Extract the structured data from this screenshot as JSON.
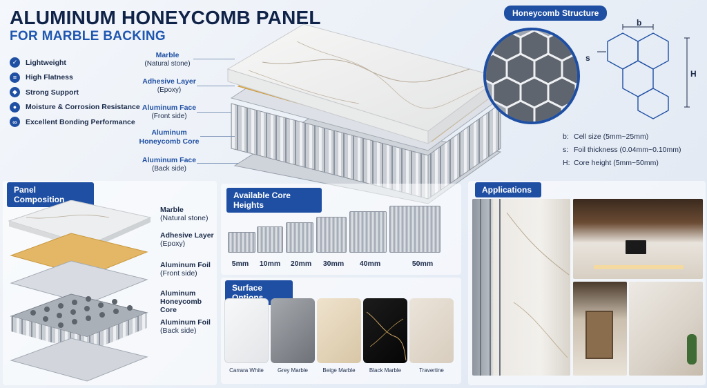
{
  "header": {
    "title": "ALUMINUM HONEYCOMB PANEL",
    "subtitle": "FOR MARBLE BACKING"
  },
  "features": [
    {
      "label": "Lightweight",
      "icon": "check-icon"
    },
    {
      "label": "High Flatness",
      "icon": "level-icon"
    },
    {
      "label": "Strong Support",
      "icon": "shield-icon"
    },
    {
      "label": "Moisture & Corrosion Resistance",
      "icon": "drop-icon"
    },
    {
      "label": "Excellent Bonding Performance",
      "icon": "link-icon"
    }
  ],
  "top_callouts": [
    {
      "name": "Marble",
      "sub": "(Natural stone)"
    },
    {
      "name": "Adhesive Layer",
      "sub": "(Epoxy)"
    },
    {
      "name": "Aluminum Face",
      "sub": "(Front side)"
    },
    {
      "name": "Aluminum Honeycomb Core",
      "sub": ""
    },
    {
      "name": "Aluminum Face",
      "sub": "(Back side)"
    }
  ],
  "honeycomb_structure": {
    "heading": "Honeycomb Structure",
    "dim_b": "b",
    "dim_s": "s",
    "dim_h": "H",
    "legend": [
      {
        "key": "b:",
        "text": "Cell size (5mm~25mm)"
      },
      {
        "key": "s:",
        "text": "Foil thickness (0.04mm~0.10mm)"
      },
      {
        "key": "H:",
        "text": "Core height (5mm~50mm)"
      }
    ]
  },
  "panel_composition": {
    "heading": "Panel Composition",
    "layers": [
      {
        "name": "Marble",
        "sub": "(Natural stone)"
      },
      {
        "name": "Adhesive Layer",
        "sub": "(Epoxy)"
      },
      {
        "name": "Aluminum Foil",
        "sub": "(Front side)"
      },
      {
        "name": "Aluminum",
        "sub": "Honeycomb Core"
      },
      {
        "name": "Aluminum Foil",
        "sub": "(Back side)"
      }
    ]
  },
  "core_heights": {
    "heading": "Available Core Heights",
    "items": [
      "5mm",
      "10mm",
      "20mm",
      "30mm",
      "40mm",
      "50mm"
    ]
  },
  "surface_options": {
    "heading": "Surface Options",
    "items": [
      {
        "label": "Carrara White",
        "color": "#eef0f2"
      },
      {
        "label": "Grey Marble",
        "color": "#8e9196"
      },
      {
        "label": "Beige Marble",
        "color": "#e6d8bf"
      },
      {
        "label": "Black Marble",
        "color": "#121212"
      },
      {
        "label": "Travertine",
        "color": "#e2d9cd"
      }
    ]
  },
  "applications": {
    "heading": "Applications"
  },
  "colors": {
    "brand_blue": "#1f4fa3",
    "title_navy": "#0f2247",
    "adhesive_gold": "#e2b766"
  }
}
